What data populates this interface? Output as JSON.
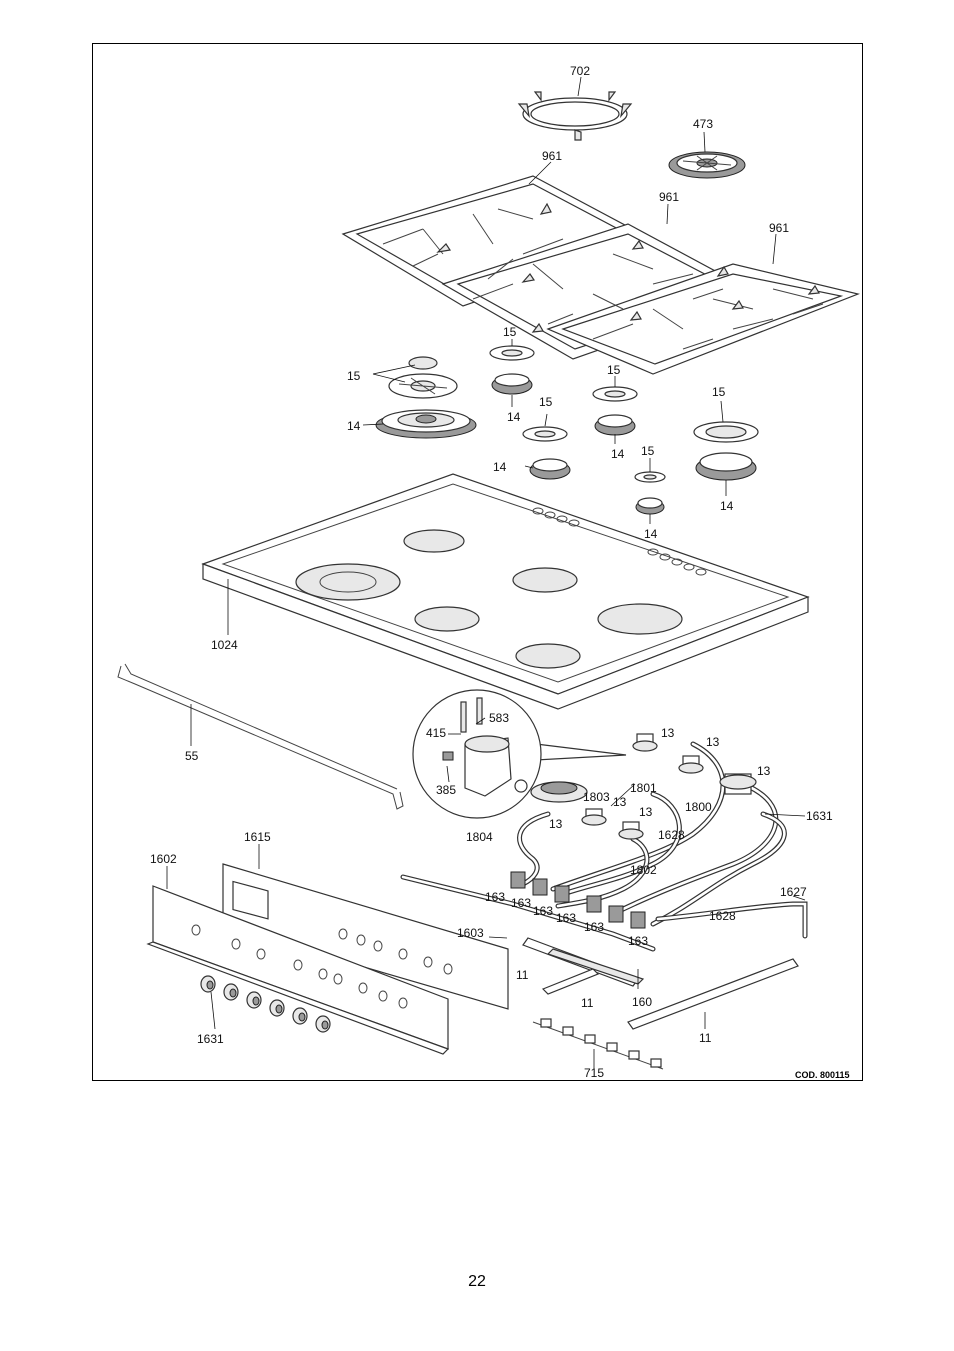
{
  "diagram": {
    "labels": {
      "l702": "702",
      "l473": "473",
      "l961a": "961",
      "l961b": "961",
      "l961c": "961",
      "l15a": "15",
      "l15b": "15",
      "l15c": "15",
      "l15d": "15",
      "l15e": "15",
      "l15f": "15",
      "l14a": "14",
      "l14b": "14",
      "l14c": "14",
      "l14d": "14",
      "l14e": "14",
      "l14f": "14",
      "l1024": "1024",
      "l55": "55",
      "l415": "415",
      "l583": "583",
      "l385": "385",
      "l13a": "13",
      "l13b": "13",
      "l13c": "13",
      "l13d": "13",
      "l13e": "13",
      "l13f": "13",
      "l1803": "1803",
      "l1801": "1801",
      "l1800": "1800",
      "l1631a": "1631",
      "l1804": "1804",
      "l1628a": "1628",
      "l1802": "1802",
      "l1627": "1627",
      "l1628b": "1628",
      "l1615": "1615",
      "l1602": "1602",
      "l1603": "1603",
      "l163a": "163",
      "l163b": "163",
      "l163c": "163",
      "l163d": "163",
      "l163e": "163",
      "l163f": "163",
      "l11a": "11",
      "l11b": "11",
      "l11c": "11",
      "l160": "160",
      "l1631b": "1631",
      "l715": "715"
    },
    "code": "COD. 800115"
  },
  "page": {
    "number": "22"
  }
}
